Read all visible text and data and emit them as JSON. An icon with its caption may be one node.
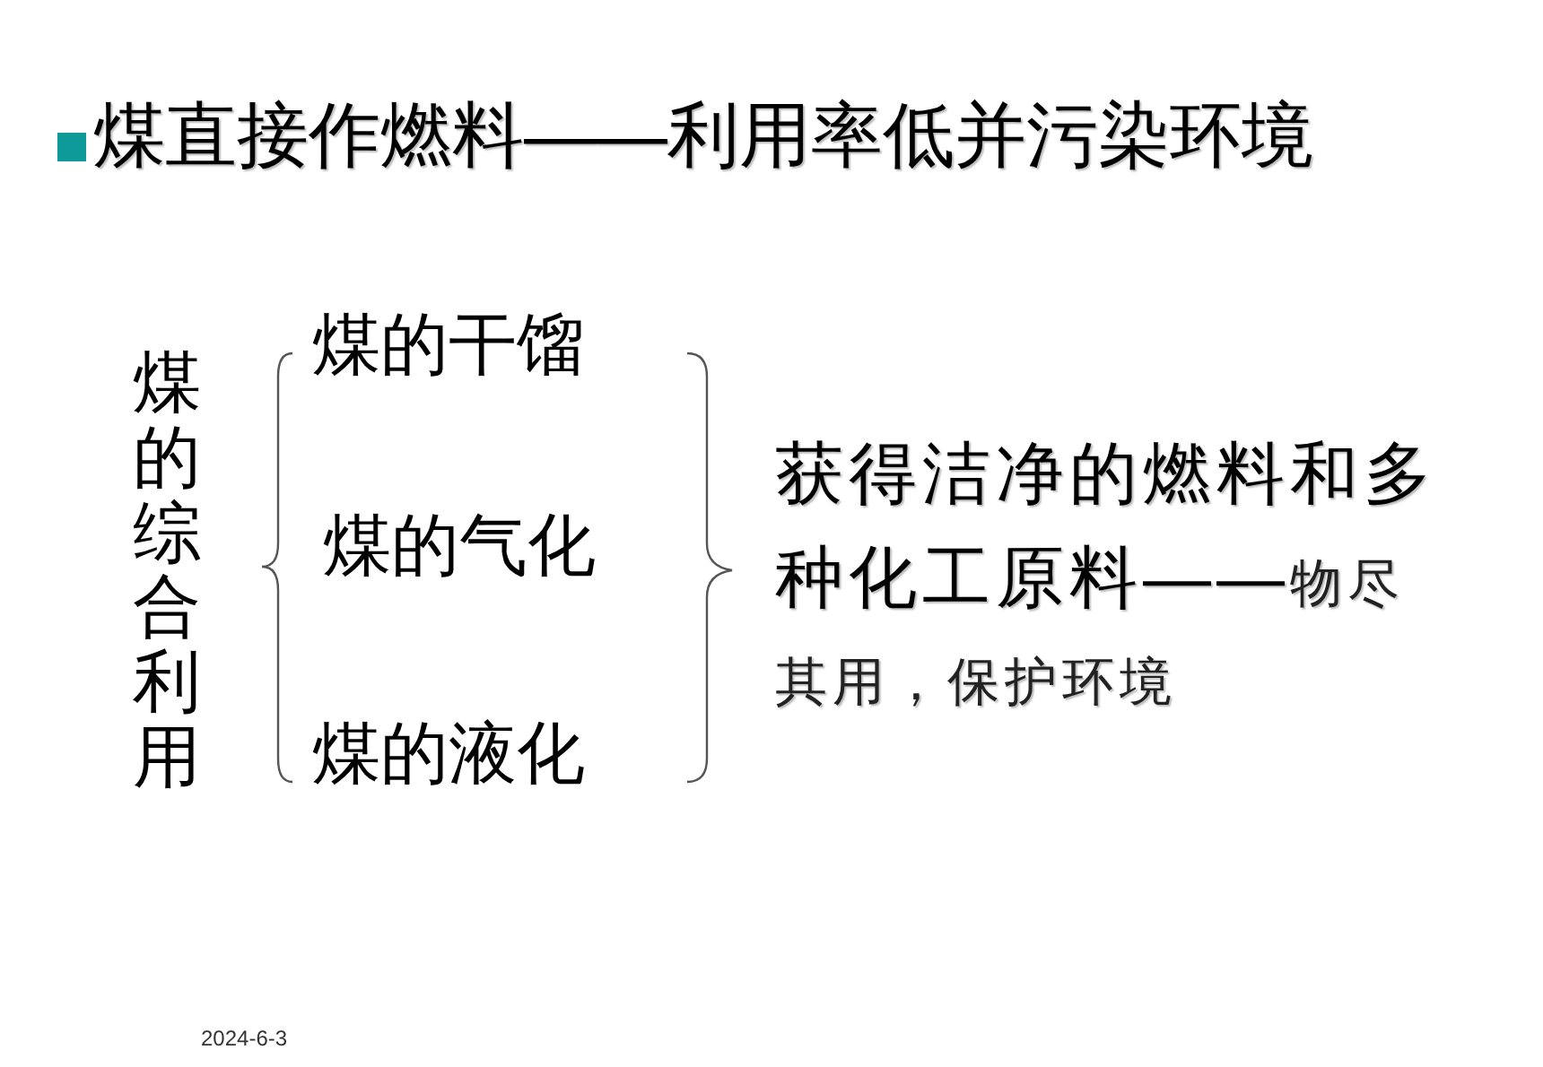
{
  "diagram": {
    "title": "煤直接作燃料——利用率低并污染环境",
    "labels": [
      "煤的综合利用",
      "煤的干馏",
      "煤的气化",
      "煤的液化",
      "获得洁净的燃料和多种化工原料——",
      "物尽其用，保护环境",
      "2024-6-3"
    ]
  }
}
